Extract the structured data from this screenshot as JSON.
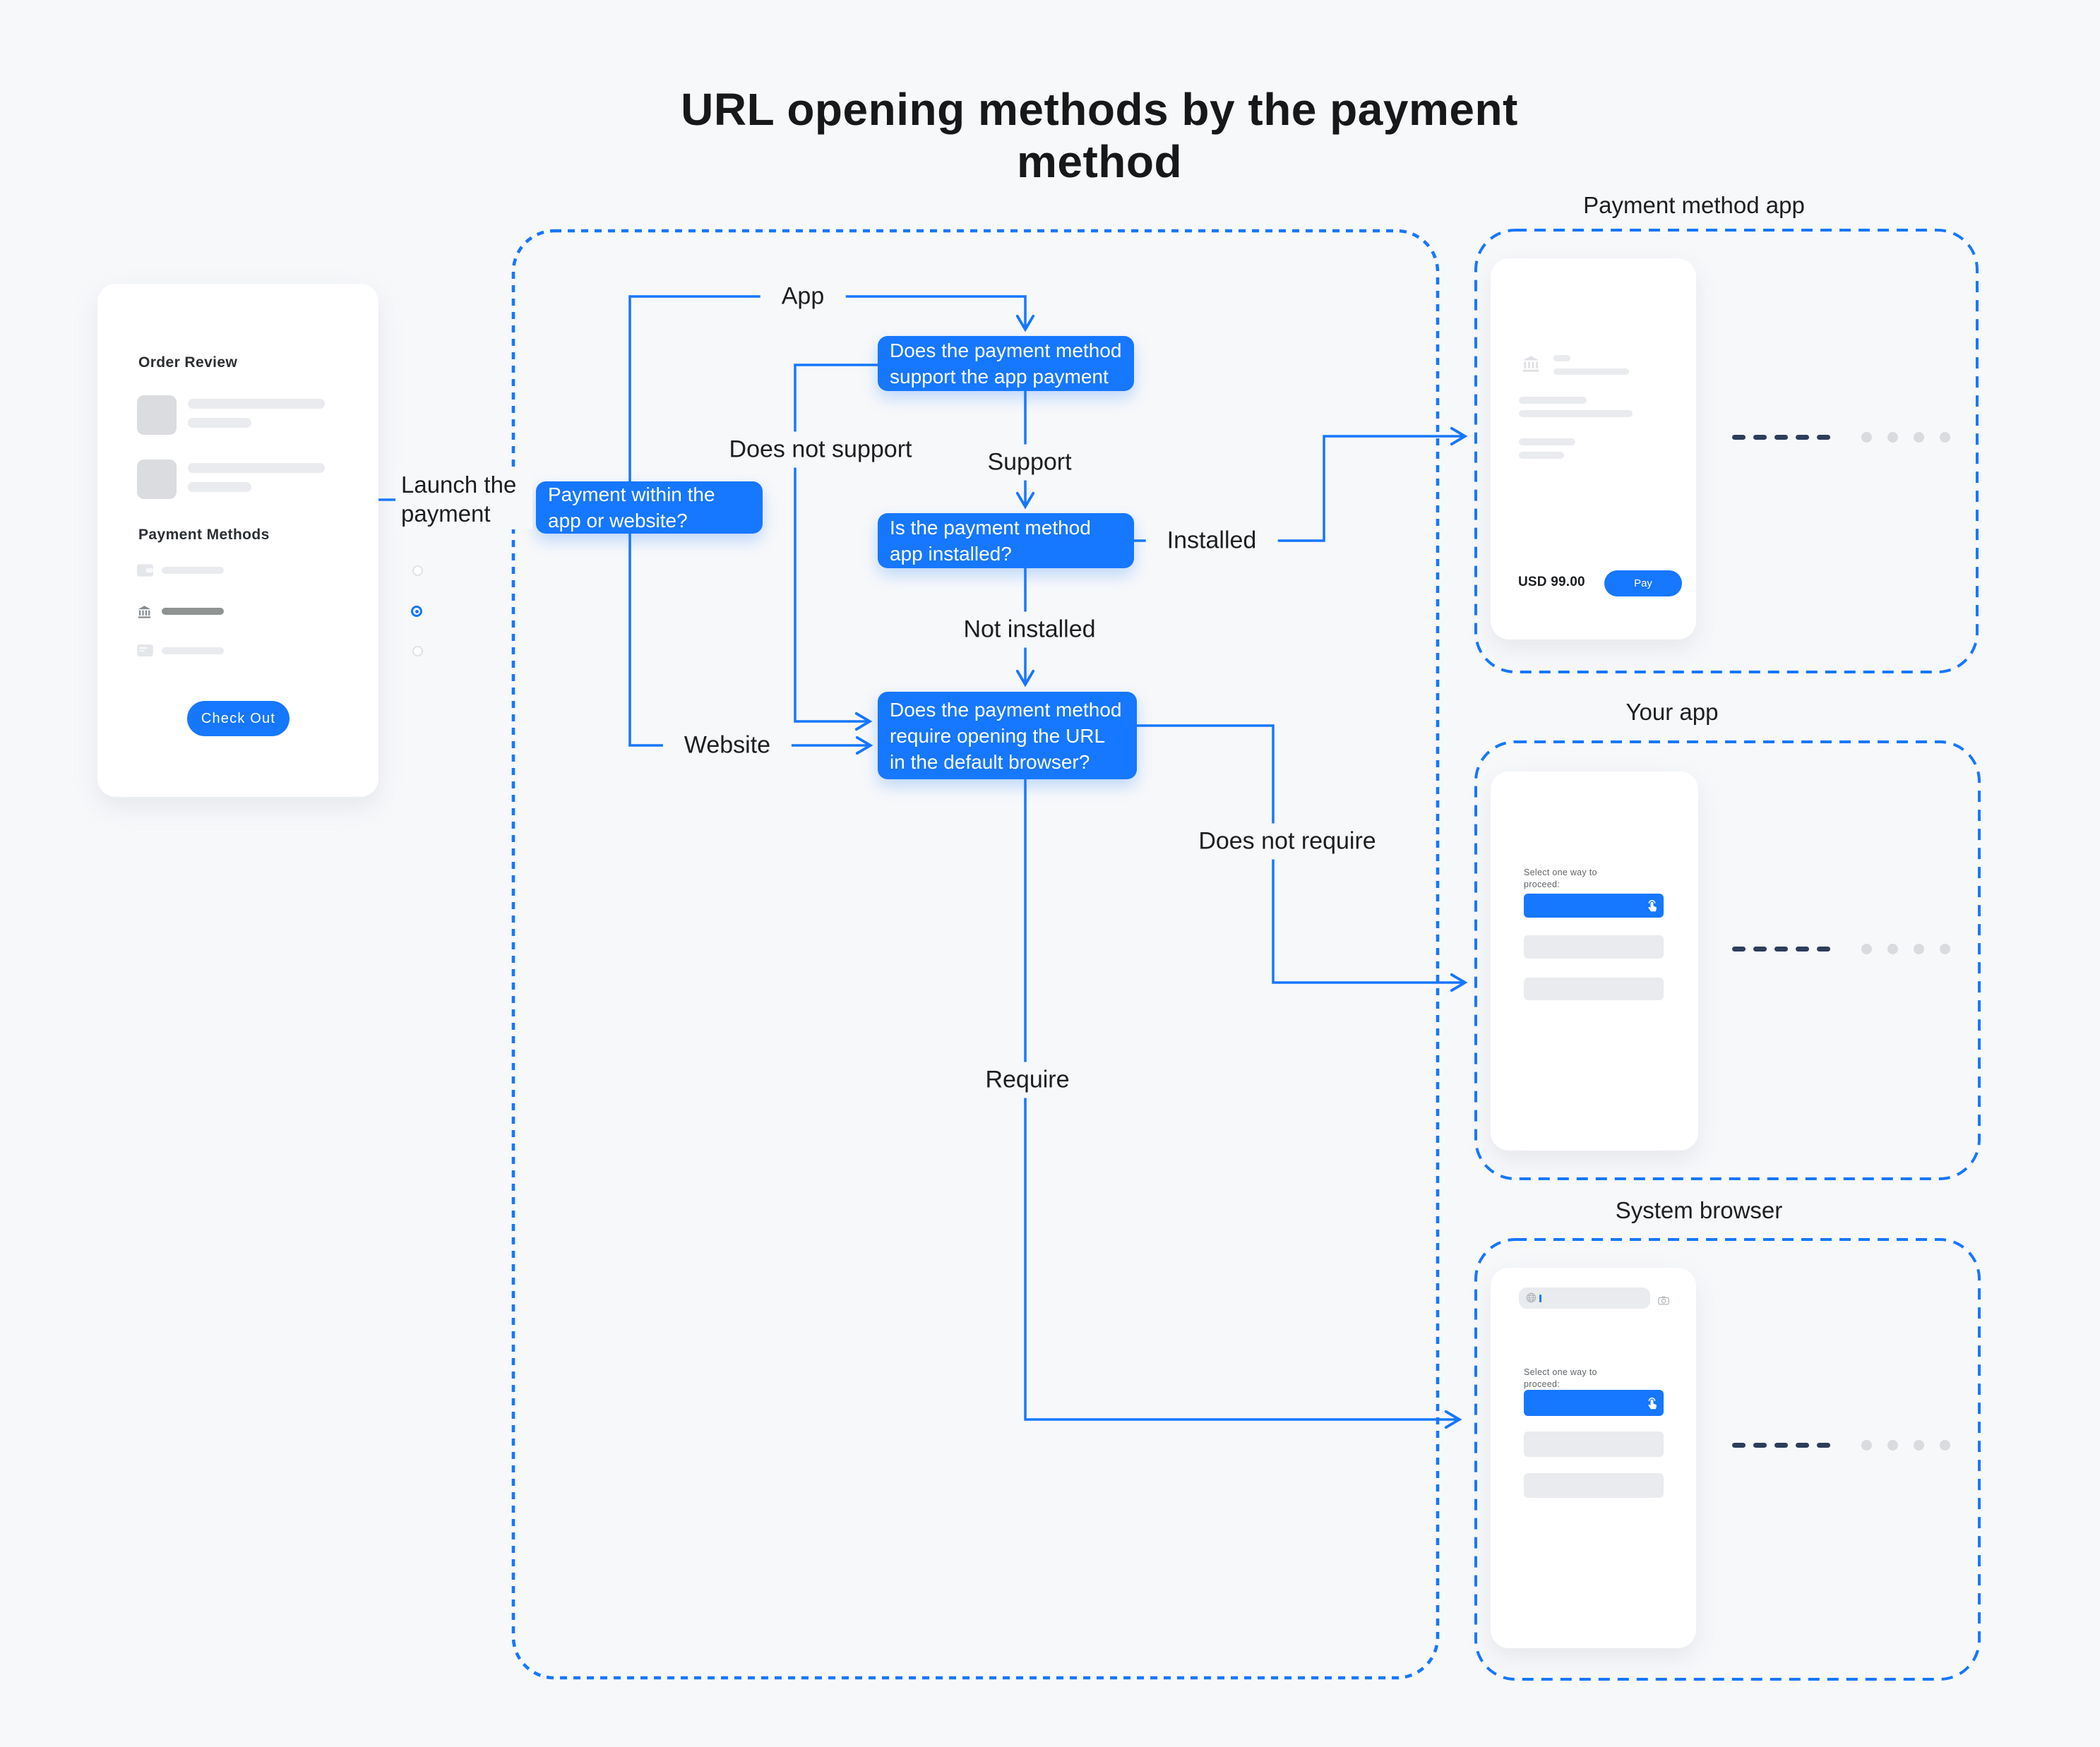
{
  "title": "URL opening methods by the payment method",
  "colors": {
    "accent_blue": "#1677ff",
    "background": "#f7f8fa",
    "connector_dash": "#2e3d5a",
    "connector_dot": "#d9dbde"
  },
  "checkout_card": {
    "order_review_heading": "Order Review",
    "payment_methods_heading": "Payment Methods",
    "checkout_button_label": "Check Out"
  },
  "flow": {
    "launch_label": "Launch the payment",
    "root_question": "Payment within the app or website?",
    "app_label": "App",
    "website_label": "Website",
    "app_support_question": "Does the payment method support the app payment",
    "does_not_support_label": "Does not support",
    "support_label": "Support",
    "app_installed_question": "Is the payment method app installed?",
    "installed_label": "Installed",
    "not_installed_label": "Not installed",
    "browser_question": "Does the payment method require opening the URL in the default browser?",
    "does_not_require_label": "Does not require",
    "require_label": "Require"
  },
  "outcomes": {
    "payment_method_app": {
      "title": "Payment method app",
      "amount": "USD 99.00",
      "pay_button_label": "Pay"
    },
    "your_app": {
      "title": "Your app",
      "proceed_text": "Select one way to proceed:"
    },
    "system_browser": {
      "title": "System browser",
      "proceed_text": "Select one way to proceed:"
    }
  }
}
